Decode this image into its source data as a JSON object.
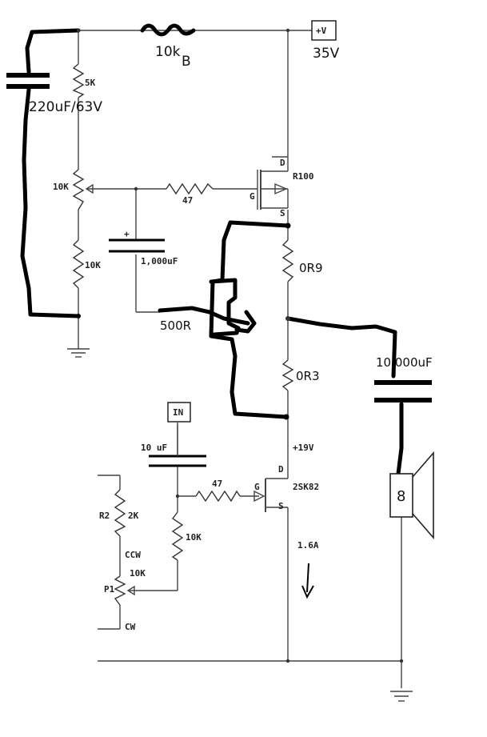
{
  "labels": {
    "bootstrap_resistor": "10k",
    "bootstrap_resistor_suffix": "B",
    "supply_box": "+V",
    "supply_voltage": "35V",
    "r_5k": "5K",
    "cap_220": "220uF/63V",
    "pot_10k_top": "10K",
    "gate_res_top": "47",
    "mosfet_top": "R100",
    "pin_d_top": "D",
    "pin_g_top": "G",
    "pin_s_top": "S",
    "cap_1000_plus": "+",
    "cap_1000": "1,000uF",
    "r_10k_left": "10K",
    "r_0r9": "0R9",
    "r_500r": "500R",
    "r_0r3": "0R3",
    "cap_10000": "10,000uF",
    "in_box": "IN",
    "cap_10uf": "10 uF",
    "v_19": "+19V",
    "gate_res_bottom": "47",
    "pin_d_bottom": "D",
    "pin_g_bottom": "G",
    "pin_s_bottom": "S",
    "jfet_bottom": "2SK82",
    "r2": "R2",
    "r2_value": "2K",
    "ccw": "CCW",
    "r_10k_bottom": "10K",
    "p1": "P1",
    "p1_value": "10K",
    "cw": "CW",
    "current": "1.6A",
    "speaker": "8"
  }
}
